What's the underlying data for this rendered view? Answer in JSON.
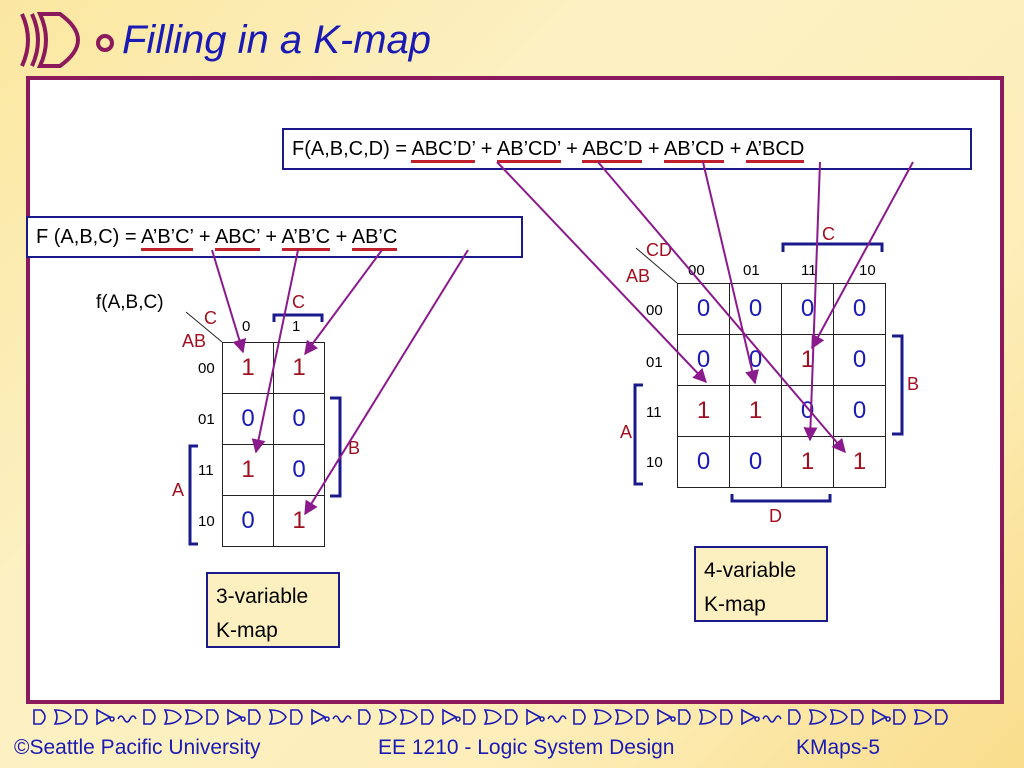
{
  "title": "Filling in a K-map",
  "eq4": {
    "prefix": "F(A,B,C,D) = ",
    "terms": [
      "ABC’D’",
      "AB’CD’",
      "ABC’D",
      "AB’CD",
      "A’BCD"
    ],
    "sep": " + "
  },
  "eq3": {
    "prefix": "F (A,B,C) = ",
    "terms": [
      "A’B’C’",
      "ABC’",
      "A’B’C",
      "AB’C"
    ],
    "sep": " + "
  },
  "kmap3": {
    "func": "f(A,B,C)",
    "row_var": "AB",
    "col_var": "C",
    "col_headers": [
      "0",
      "1"
    ],
    "row_headers": [
      "00",
      "01",
      "11",
      "10"
    ],
    "cells": [
      [
        "1",
        "1"
      ],
      [
        "0",
        "0"
      ],
      [
        "1",
        "0"
      ],
      [
        "0",
        "1"
      ]
    ],
    "group_col": "C",
    "group_b": "B",
    "group_a": "A",
    "caption_line1": "3-variable",
    "caption_line2": "K-map"
  },
  "kmap4": {
    "row_var": "AB",
    "col_var": "CD",
    "col_headers": [
      "00",
      "01",
      "11",
      "10"
    ],
    "row_headers": [
      "00",
      "01",
      "11",
      "10"
    ],
    "cells": [
      [
        "0",
        "0",
        "0",
        "0"
      ],
      [
        "0",
        "0",
        "1",
        "0"
      ],
      [
        "1",
        "1",
        "0",
        "0"
      ],
      [
        "0",
        "0",
        "1",
        "1"
      ]
    ],
    "group_c": "C",
    "group_b": "B",
    "group_a": "A",
    "group_d": "D",
    "caption_line1": "4-variable",
    "caption_line2": "K-map"
  },
  "footer": {
    "copyright": "©Seattle Pacific University",
    "course": "EE 1210 - Logic System Design",
    "slide": "KMaps-5"
  },
  "colors": {
    "title": "#1a1ab4",
    "panel_border": "#8b1a5c",
    "arrow": "#8b1a8c",
    "underline": "#c0202c",
    "one": "#a01020",
    "zero": "#1a1ab4"
  }
}
